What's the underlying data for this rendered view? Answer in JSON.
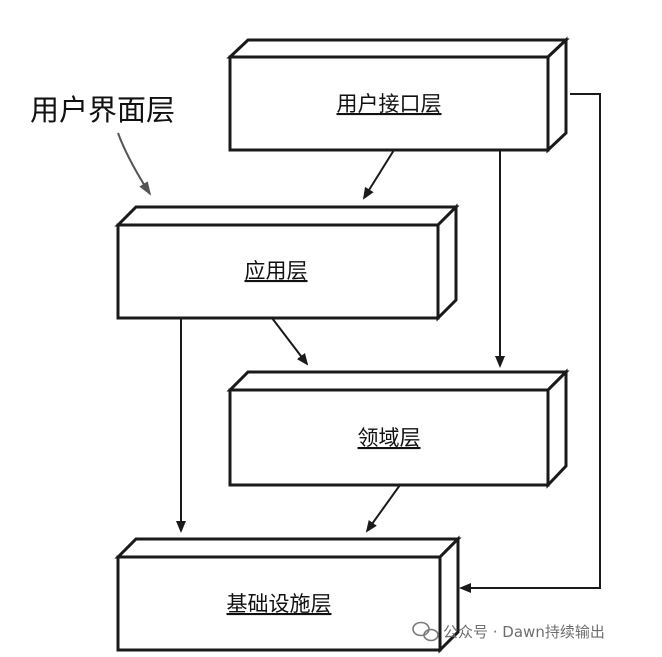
{
  "diagram": {
    "layers": {
      "ui": "用户接口层",
      "app": "应用层",
      "domain": "领域层",
      "infra": "基础设施层"
    },
    "callout": "用户界面层",
    "edges": [
      {
        "from": "ui",
        "to": "app"
      },
      {
        "from": "ui",
        "to": "domain"
      },
      {
        "from": "ui",
        "to": "infra"
      },
      {
        "from": "app",
        "to": "domain"
      },
      {
        "from": "app",
        "to": "infra"
      },
      {
        "from": "domain",
        "to": "infra"
      }
    ]
  },
  "watermark": {
    "text": "公众号 · Dawn持续输出",
    "icon": "wechat-icon"
  },
  "colors": {
    "line": "#1a1a1a",
    "background": "#ffffff",
    "watermark": "#6e6e6e"
  }
}
